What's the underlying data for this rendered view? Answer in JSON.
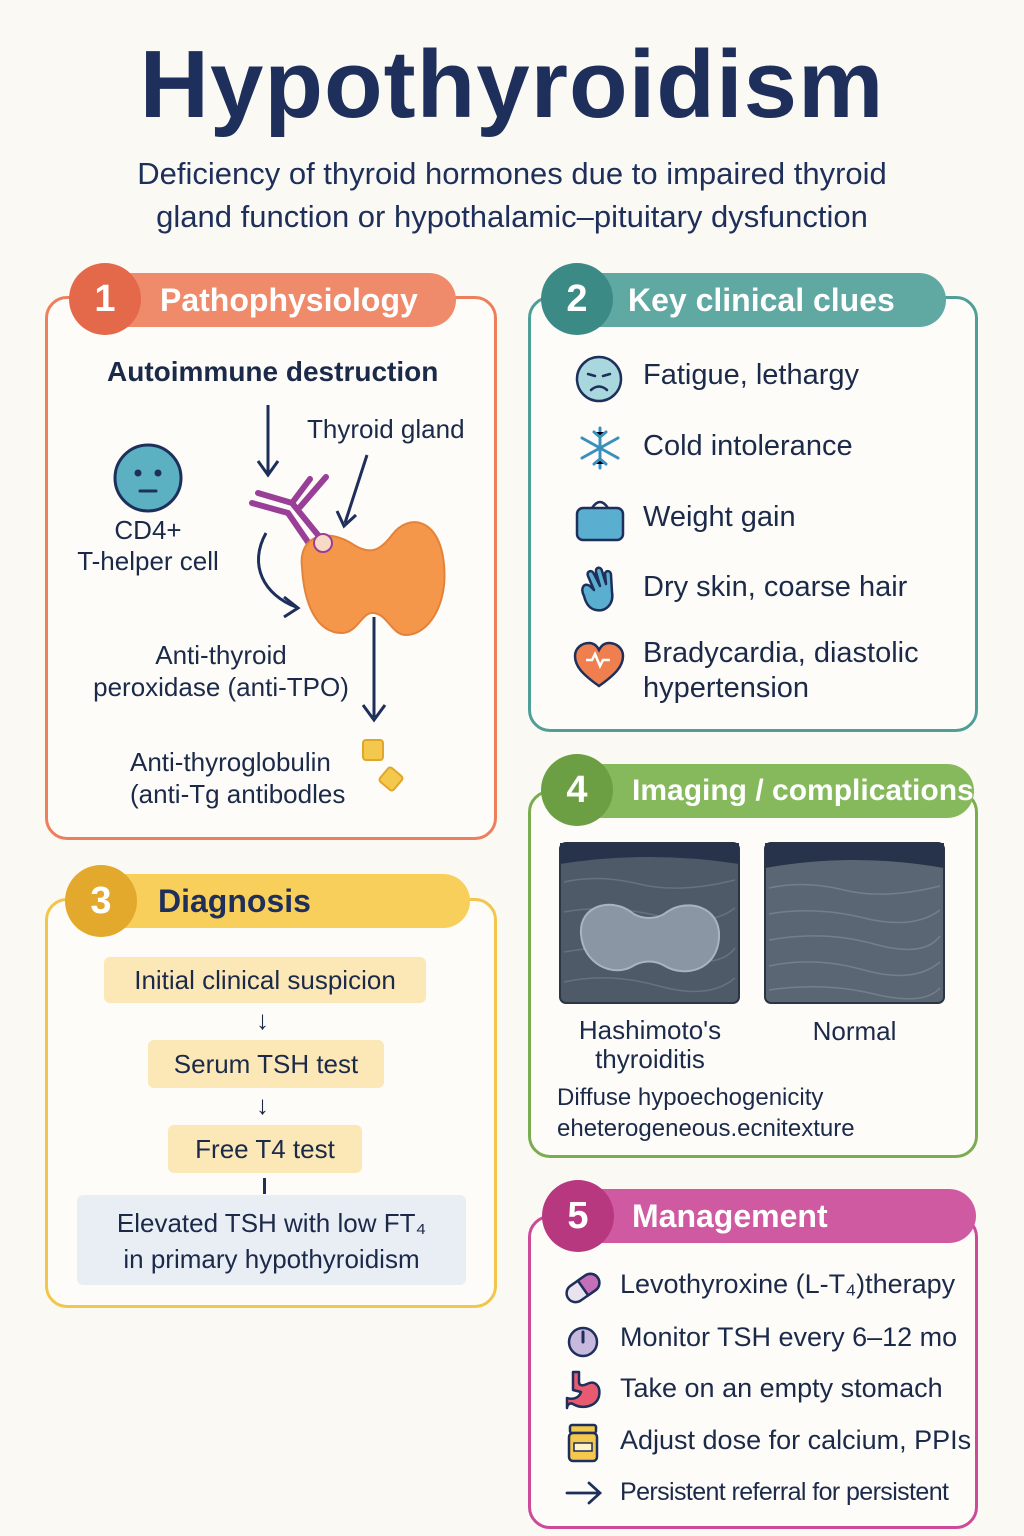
{
  "title": "Hypothyroidism",
  "subtitle_lines": [
    "Deficiency of thyroid hormones due to impaired thyroid",
    "gland function or hypothalamic–pituitary dysfunction"
  ],
  "colors": {
    "navy": "#1d2f5a",
    "orange": "#ee7f5c",
    "teal": "#4f9e97",
    "gold": "#f4c84c",
    "green": "#7aac50",
    "magenta": "#cc4a98",
    "thyroid": "#f4974a",
    "antibody": "#9a3f97"
  },
  "sections": {
    "s1": {
      "number": "1",
      "title": "Pathophysiology",
      "subtitle": "Autoimmune destruction",
      "thyroid_label": "Thyroid gland",
      "cell_label_lines": [
        "CD4+",
        "T-helper cell"
      ],
      "anti_tpo_lines": [
        "Anti-thyroid",
        "peroxidase (anti-TPO)"
      ],
      "anti_tg_lines": [
        "Anti-thyroglobulin",
        "(anti-Tg antibodles"
      ]
    },
    "s2": {
      "number": "2",
      "title": "Key clinical clues",
      "items": [
        {
          "icon": "tired-face-icon",
          "text": "Fatigue, lethargy"
        },
        {
          "icon": "snowflake-icon",
          "text": "Cold intolerance"
        },
        {
          "icon": "weight-icon",
          "text": "Weight gain"
        },
        {
          "icon": "hand-icon",
          "text": "Dry skin, coarse hair"
        },
        {
          "icon": "heart-icon",
          "text": "Bradycardia, diastolic",
          "text2": "hypertension"
        }
      ]
    },
    "s3": {
      "number": "3",
      "title": "Diagnosis",
      "steps": [
        "Initial clinical suspicion",
        "Serum TSH test",
        "Free T4 test"
      ],
      "result_lines": [
        "Elevated TSH with low FT₄",
        "in primary hypothyroidism"
      ]
    },
    "s4": {
      "number": "4",
      "title": "Imaging / complications",
      "label_hashimoto_lines": [
        "Hashimoto's",
        "thyroiditis"
      ],
      "label_normal": "Normal",
      "caption_lines": [
        "Diffuse hypoechogenicity",
        "eheterogeneous.ecnitexture"
      ]
    },
    "s5": {
      "number": "5",
      "title": "Management",
      "items": [
        {
          "icon": "pill-icon",
          "text": "Levothyroxine (L-T₄)therapy"
        },
        {
          "icon": "clock-icon",
          "text": "Monitor TSH every 6–12 mo"
        },
        {
          "icon": "stomach-icon",
          "text": "Take on an empty stomach"
        },
        {
          "icon": "supplement-jar-icon",
          "text": "Adjust dose for calcium, PPIs"
        },
        {
          "icon": "arrow-right-icon",
          "text": "Persistent referral for persistent"
        }
      ]
    }
  }
}
